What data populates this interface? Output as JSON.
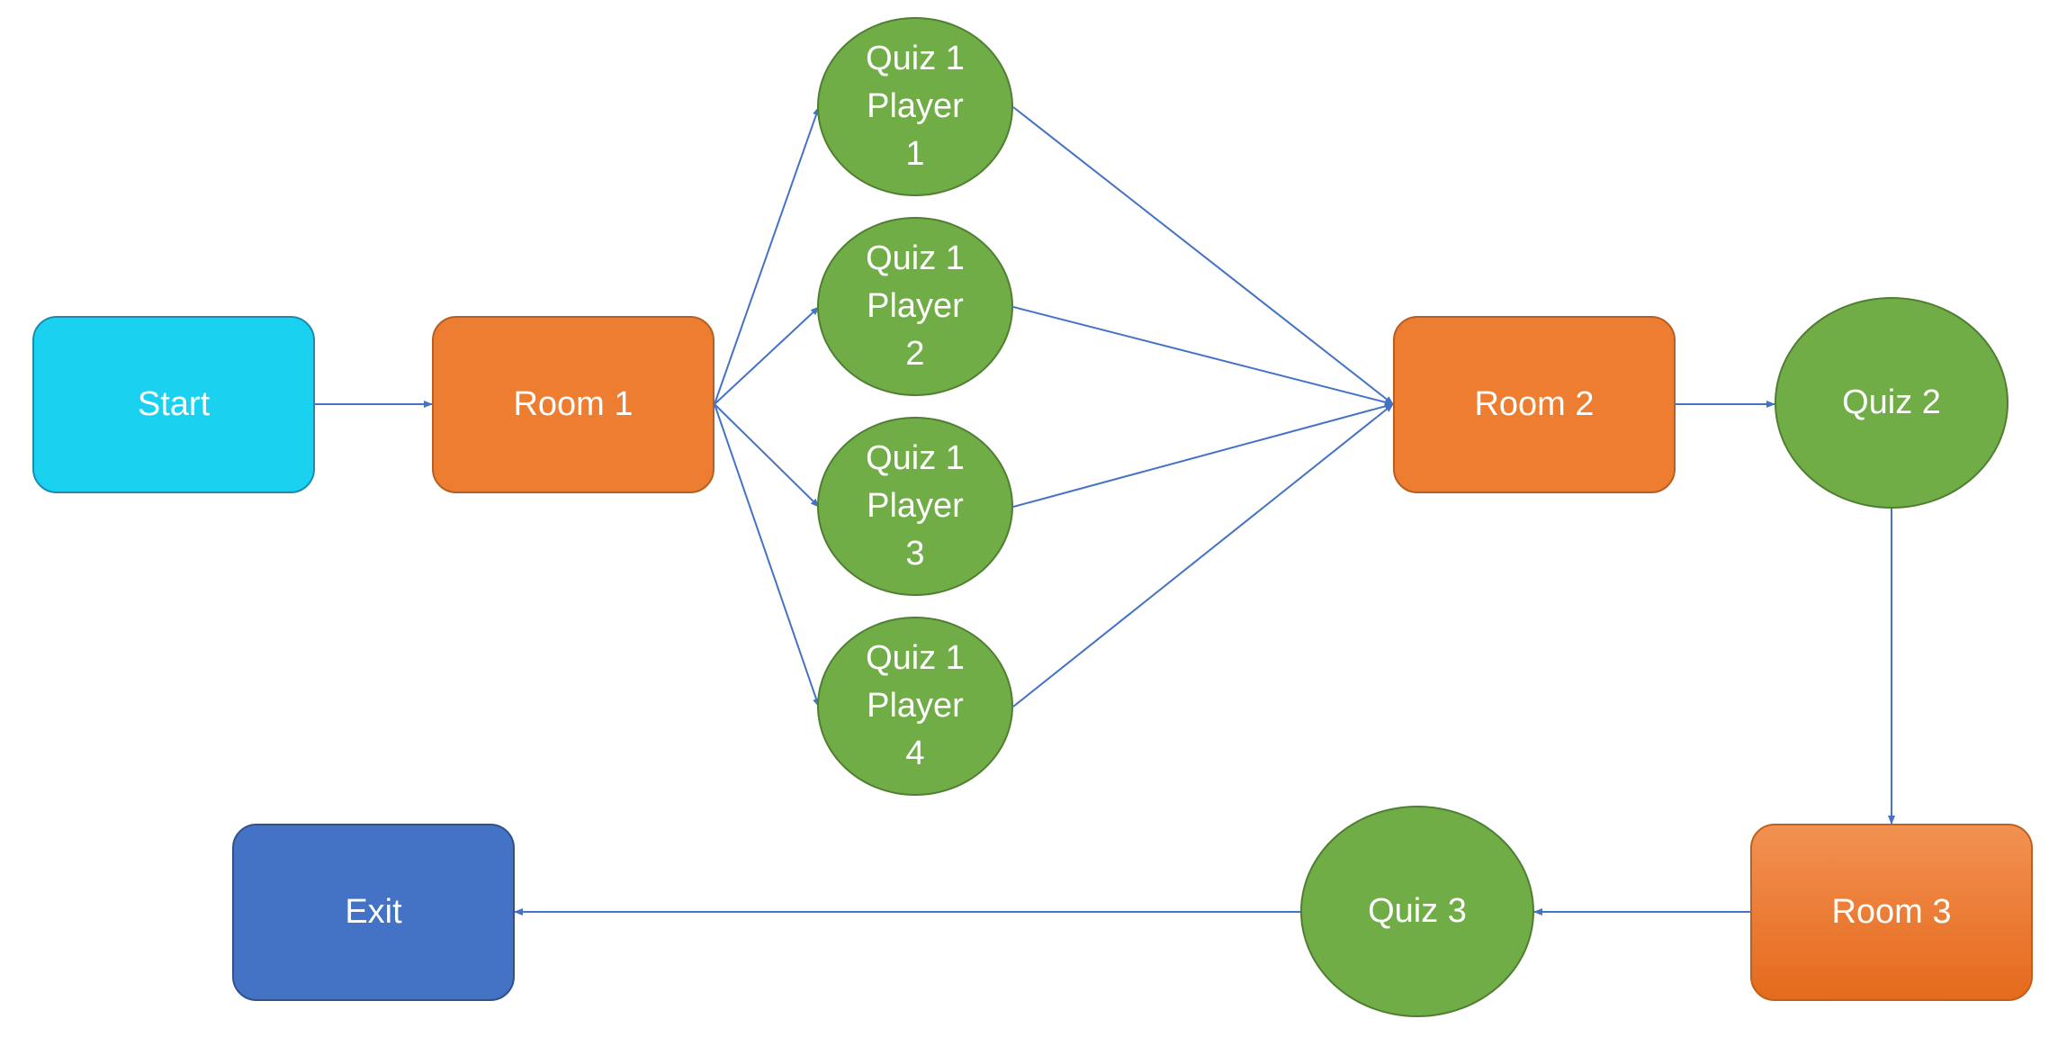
{
  "nodes": {
    "start": "Start",
    "room1": "Room 1",
    "quiz1_player1": "Quiz 1\nPlayer\n1",
    "quiz1_player2": "Quiz 1\nPlayer\n2",
    "quiz1_player3": "Quiz 1\nPlayer\n3",
    "quiz1_player4": "Quiz 1\nPlayer\n4",
    "room2": "Room 2",
    "quiz2": "Quiz 2",
    "room3": "Room 3",
    "quiz3": "Quiz 3",
    "exit": "Exit"
  },
  "edges": [
    [
      "start",
      "room1"
    ],
    [
      "room1",
      "quiz1_player1"
    ],
    [
      "room1",
      "quiz1_player2"
    ],
    [
      "room1",
      "quiz1_player3"
    ],
    [
      "room1",
      "quiz1_player4"
    ],
    [
      "quiz1_player1",
      "room2"
    ],
    [
      "quiz1_player2",
      "room2"
    ],
    [
      "quiz1_player3",
      "room2"
    ],
    [
      "quiz1_player4",
      "room2"
    ],
    [
      "room2",
      "quiz2"
    ],
    [
      "quiz2",
      "room3"
    ],
    [
      "room3",
      "quiz3"
    ],
    [
      "quiz3",
      "exit"
    ]
  ],
  "colors": {
    "start": "#1bd1f0",
    "room": "#ed7d31",
    "quiz": "#70ad47",
    "exit": "#4472c4",
    "connector": "#4472c4",
    "label": "#ffffff"
  }
}
